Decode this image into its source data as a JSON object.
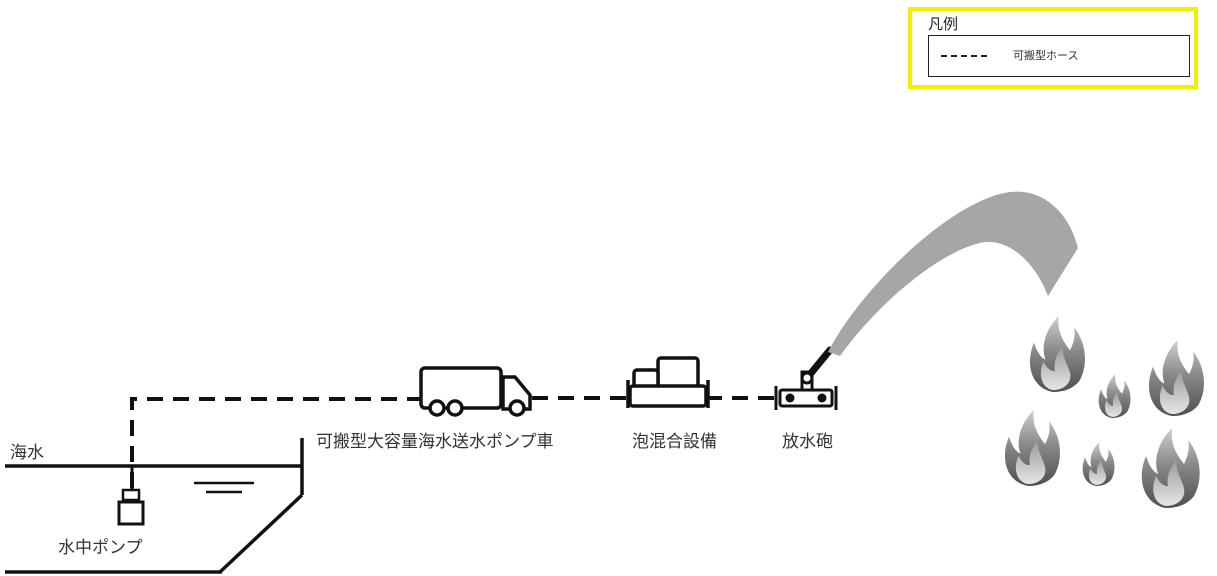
{
  "legend": {
    "title": "凡例",
    "items": [
      {
        "label": "可搬型ホース",
        "line_style": "dashed",
        "color": "#222222"
      }
    ],
    "border_color": "#f2ef00"
  },
  "labels": {
    "seawater": "海水",
    "submersible_pump": "水中ポンプ",
    "pump_truck": "可搬型大容量海水送水ポンプ車",
    "foam_mixer": "泡混合設備",
    "water_cannon": "放水砲"
  },
  "colors": {
    "line": "#111111",
    "spray": "#a6a6a6",
    "fire_dark": "#5a5a5a",
    "fire_light": "#c8c8c8"
  },
  "icons": [
    "submersible-pump-icon",
    "truck-icon",
    "foam-mixer-icon",
    "water-cannon-icon",
    "fire-icon"
  ]
}
